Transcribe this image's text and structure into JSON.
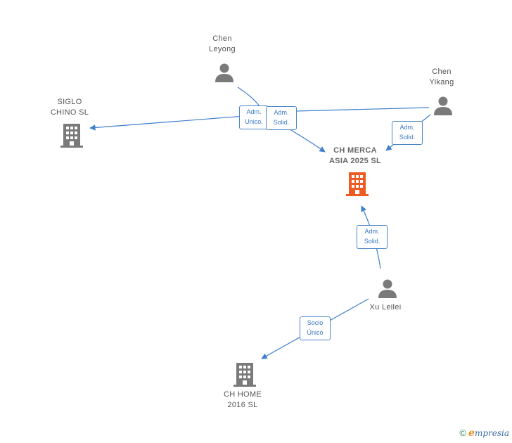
{
  "colors": {
    "edge": "#3f7fcc",
    "person": "#7a7a7a",
    "company": "#7a7a7a",
    "main_company": "#ee5a24"
  },
  "nodes": {
    "chen_leyong": {
      "line1": "Chen",
      "line2": "Leyong",
      "icon": "person-icon"
    },
    "chen_yikang": {
      "line1": "Chen",
      "line2": "Yikang",
      "icon": "person-icon"
    },
    "siglo_chino": {
      "line1": "SIGLO",
      "line2": "CHINO SL",
      "icon": "building-icon"
    },
    "ch_merca": {
      "line1": "CH MERCA",
      "line2": "ASIA 2025  SL",
      "icon": "building-icon"
    },
    "xu_leilei": {
      "line1": "Xu Leilei",
      "icon": "person-icon"
    },
    "ch_home": {
      "line1": "CH HOME",
      "line2": "2016  SL",
      "icon": "building-icon"
    }
  },
  "edges": {
    "leyong_siglo": {
      "line1": "Adm.",
      "line2": "Unico."
    },
    "leyong_merca": {
      "line1": "Adm.",
      "line2": "Solid."
    },
    "yikang_merca": {
      "line1": "Adm.",
      "line2": "Solid."
    },
    "xu_merca": {
      "line1": "Adm.",
      "line2": "Solid."
    },
    "xu_home": {
      "line1": "Socio",
      "line2": "Único"
    }
  },
  "footer": {
    "copyright": "©",
    "brand_initial": "e",
    "brand_rest": "mpresia"
  }
}
